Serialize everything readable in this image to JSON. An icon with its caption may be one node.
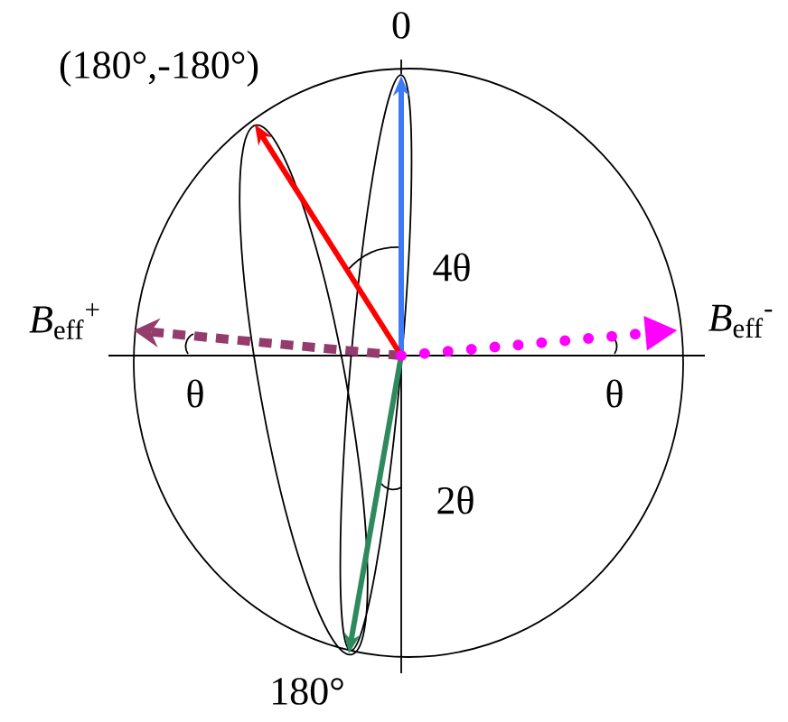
{
  "diagram": {
    "nodes": [
      {
        "text": [
          "0"
        ]
      },
      {
        "text": [
          "(180°,-180°)"
        ]
      },
      {
        "text": [
          "180°"
        ]
      },
      {
        "text": [
          "*B*$_{eff}$$^{+}$"
        ]
      },
      {
        "text": [
          "*B*$_{eff}$$^{-}$"
        ]
      }
    ],
    "edges": [
      {
        "from": null,
        "to": 0,
        "arrow": "to",
        "color": "#3d7af5"
      },
      {
        "from": null,
        "to": 1,
        "arrow": "to",
        "color": "#ff0000"
      },
      {
        "from": null,
        "to": 2,
        "arrow": "to",
        "color": "#2e8a5e"
      },
      {
        "from": null,
        "to": 3,
        "arrow": "to",
        "style": "dashed",
        "color": "#943c6c"
      },
      {
        "from": null,
        "to": 4,
        "arrow": "to",
        "style": "dashed",
        "color": "#ff00ff"
      }
    ],
    "labels": [
      "4θ",
      "2θ",
      "θ",
      "θ"
    ]
  }
}
